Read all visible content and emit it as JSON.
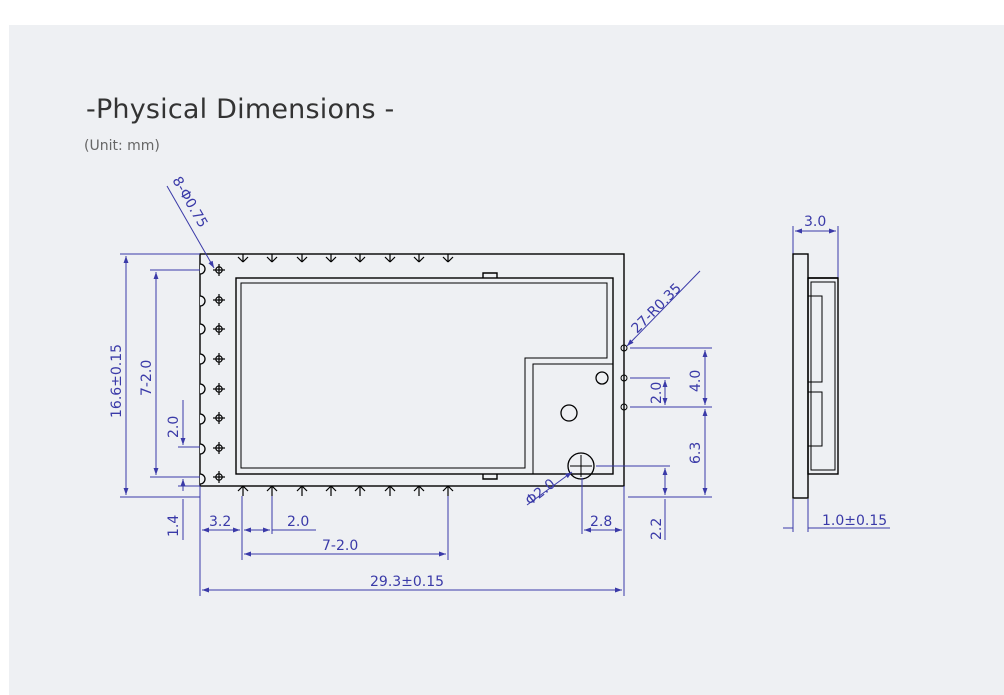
{
  "heading": {
    "title": "-Physical Dimensions -",
    "unit": "(Unit: mm)"
  },
  "dimensions": {
    "pad_holes": "8-Φ0.75",
    "corner_radius": "27-R0.35",
    "height": "16.6±0.15",
    "left_pitch_span": "7-2.0",
    "left_pitch": "2.0",
    "bottom_offset": "1.4",
    "left_offset": "3.2",
    "bottom_pitch": "2.0",
    "bottom_pitch_span": "7-2.0",
    "width": "29.3±0.15",
    "hole_diameter": "Φ2.0",
    "hole_x": "2.8",
    "hole_y": "2.2",
    "right_upper": "4.0",
    "right_pitch": "2.0",
    "right_lower": "6.3",
    "side_thickness": "3.0",
    "pcb_thickness": "1.0±0.15"
  },
  "colors": {
    "outline": "#000000",
    "dimension": "#3a3aa8",
    "background": "#eef0f3"
  }
}
